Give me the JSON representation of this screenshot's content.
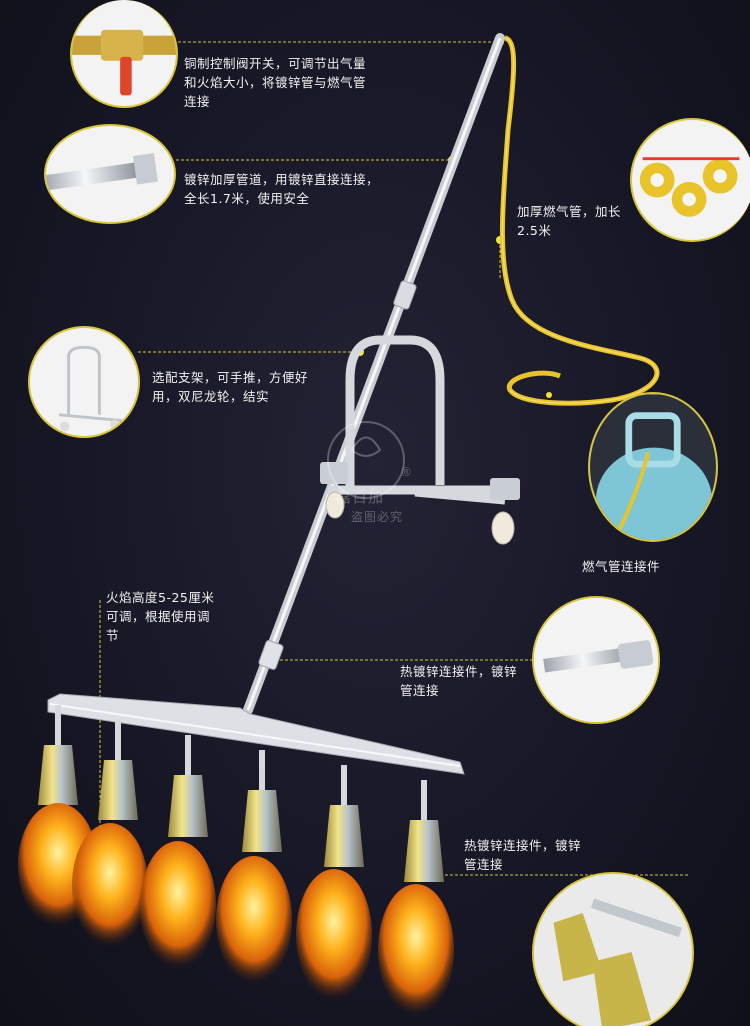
{
  "notes": {
    "valve": "铜制控制阀开关，可调节出气量\n和火焰大小，将镀锌管与燃气管\n连接",
    "pipe": "镀锌加厚管道，用镀锌直接连接，\n全长1.7米，使用安全",
    "hose": "加厚燃气管，加长\n2.5米",
    "stand": "选配支架，可手推，方便好\n用，双尼龙轮，结实",
    "tank": "燃气管连接件",
    "flame": "火焰高度5-25厘米\n可调，根据使用调\n节",
    "connector": "热镀锌连接件，镀锌\n管连接",
    "burner_connector": "热镀锌连接件，镀锌\n管连接"
  },
  "watermark": {
    "brand": "嘉百加",
    "notice": "盗图必究",
    "registered": "®"
  },
  "colors": {
    "background": "#171726",
    "accent_line": "#d9c53a",
    "marker": "#f4e23a",
    "hose": "#e8c42a",
    "flame": "#ffb21c"
  }
}
